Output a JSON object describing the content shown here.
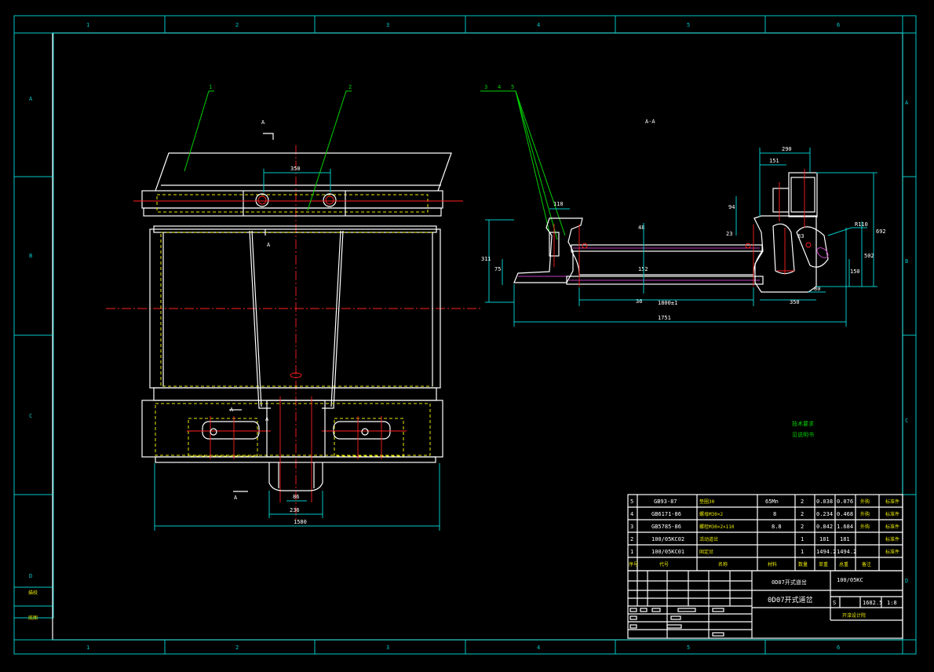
{
  "border": {
    "columns": [
      "1",
      "2",
      "3",
      "4",
      "5",
      "6"
    ],
    "rows": [
      "A",
      "B",
      "C",
      "D"
    ]
  },
  "side_labels": {
    "label_1": "描校",
    "label_2": "底图"
  },
  "front_view": {
    "section_mark": "A",
    "dimensions": {
      "top_width": "350",
      "bottom_inner": "86",
      "bottom_mid": "236",
      "overall_width": "1580"
    },
    "leader_labels": [
      "1",
      "2"
    ]
  },
  "section_view": {
    "title": "A-A",
    "leader_labels": [
      "3",
      "4",
      "5"
    ],
    "dimensions": {
      "d_290": "290",
      "d_151": "151",
      "d_110": "110",
      "d_311": "311",
      "d_75": "75",
      "d_48": "48",
      "d_152": "152",
      "d_36": "36",
      "d_span": "1800±1",
      "d_350": "350",
      "d_80": "80",
      "d_1751": "1751",
      "d_R110": "R110",
      "d_692": "692",
      "d_502": "502",
      "d_150": "150",
      "d_23": "23",
      "d_94": "94",
      "d_83": "83"
    }
  },
  "notes": {
    "line_1": "技术要求",
    "line_2": "见说明书"
  },
  "bom": {
    "rows": [
      {
        "no": "5",
        "code": "GB93-87",
        "name": "垫圈30",
        "qty": "2",
        "material": "65Mn",
        "unit": "0.038",
        "total": "0.076",
        "remark1": "外购",
        "remark2": "标准件"
      },
      {
        "no": "4",
        "code": "GB6171-86",
        "name": "螺母M30×2",
        "qty": "2",
        "material": "8",
        "unit": "0.234",
        "total": "0.468",
        "remark1": "外购",
        "remark2": "标准件"
      },
      {
        "no": "3",
        "code": "GB5785-86",
        "name": "螺栓M30×2×110",
        "qty": "2",
        "material": "8.8",
        "unit": "0.842",
        "total": "1.684",
        "remark1": "外购",
        "remark2": "标准件"
      },
      {
        "no": "2",
        "code": "100/05KC02",
        "name": "活动道岔",
        "qty": "1",
        "material": "",
        "unit": "181",
        "total": "181",
        "remark1": "",
        "remark2": "标准件"
      },
      {
        "no": "1",
        "code": "100/05KC01",
        "name": "固定岔",
        "qty": "1",
        "material": "",
        "unit": "1494.2",
        "total": "1494.2",
        "remark1": "",
        "remark2": "标准件"
      }
    ],
    "header": {
      "no": "序号",
      "code": "代号",
      "name": "名称",
      "material": "材料",
      "qty": "数量",
      "unit": "单重",
      "total": "总重",
      "remark": "备注"
    }
  },
  "title_block": {
    "drawing_name_small": "0D07开式道岔",
    "drawing_code": "100/05KC",
    "drawing_name": "0D07开式道岔",
    "sheet_letter": "S",
    "weight": "1682.5",
    "scale": "1:8",
    "company": "开滦设计院"
  }
}
